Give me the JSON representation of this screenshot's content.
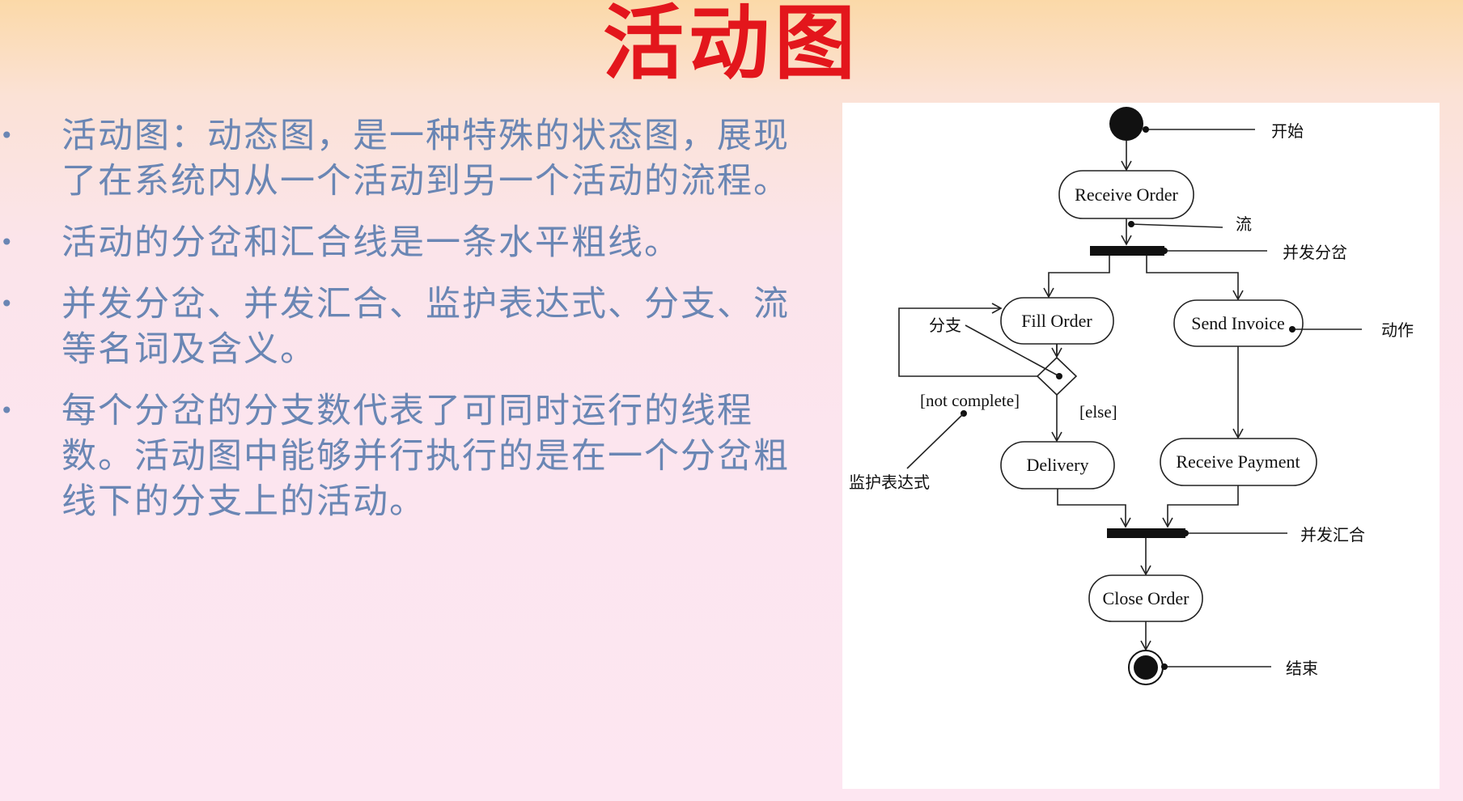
{
  "slide": {
    "title": "活动图",
    "bullet_marker": "•",
    "bullets": [
      "活动图：动态图，是一种特殊的状态图，展现了在系统内从一个活动到另一个活动的流程。",
      "活动的分岔和汇合线是一条水平粗线。",
      "并发分岔、并发汇合、监护表达式、分支、流等名词及含义。",
      "每个分岔的分支数代表了可同时运行的线程数。活动图中能够并行执行的是在一个分岔粗线下的分支上的活动。"
    ]
  },
  "diagram": {
    "nodes": {
      "receive_order": "Receive Order",
      "fill_order": "Fill Order",
      "send_invoice": "Send Invoice",
      "delivery": "Delivery",
      "receive_payment": "Receive Payment",
      "close_order": "Close Order"
    },
    "guards": {
      "not_complete": "[not complete]",
      "else": "[else]"
    },
    "annotations": {
      "start": "开始",
      "flow": "流",
      "fork": "并发分岔",
      "action": "动作",
      "branch": "分支",
      "guard_expression": "监护表达式",
      "join": "并发汇合",
      "end": "结束"
    }
  }
}
